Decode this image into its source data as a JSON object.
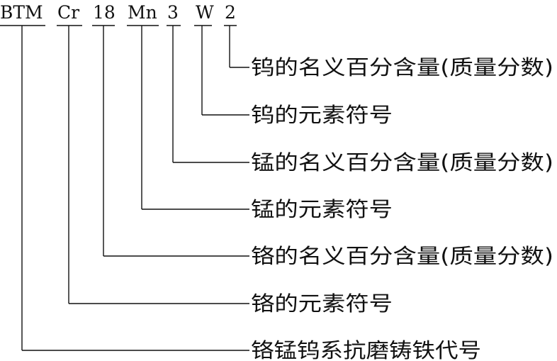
{
  "code_parts": [
    {
      "id": "btm",
      "text": "BTM"
    },
    {
      "id": "cr",
      "text": "Cr"
    },
    {
      "id": "18",
      "text": "18"
    },
    {
      "id": "mn",
      "text": "Mn"
    },
    {
      "id": "3",
      "text": "3"
    },
    {
      "id": "w",
      "text": "W"
    },
    {
      "id": "2",
      "text": "2"
    }
  ],
  "labels": [
    {
      "id": "w-content",
      "text": "钨的名义百分含量(质量分数)"
    },
    {
      "id": "w-symbol",
      "text": "钨的元素符号"
    },
    {
      "id": "mn-content",
      "text": "锰的名义百分含量(质量分数)"
    },
    {
      "id": "mn-symbol",
      "text": "锰的元素符号"
    },
    {
      "id": "cr-content",
      "text": "铬的名义百分含量(质量分数)"
    },
    {
      "id": "cr-symbol",
      "text": "铬的元素符号"
    },
    {
      "id": "btm-code",
      "text": "铬锰钨系抗磨铸铁代号"
    }
  ]
}
